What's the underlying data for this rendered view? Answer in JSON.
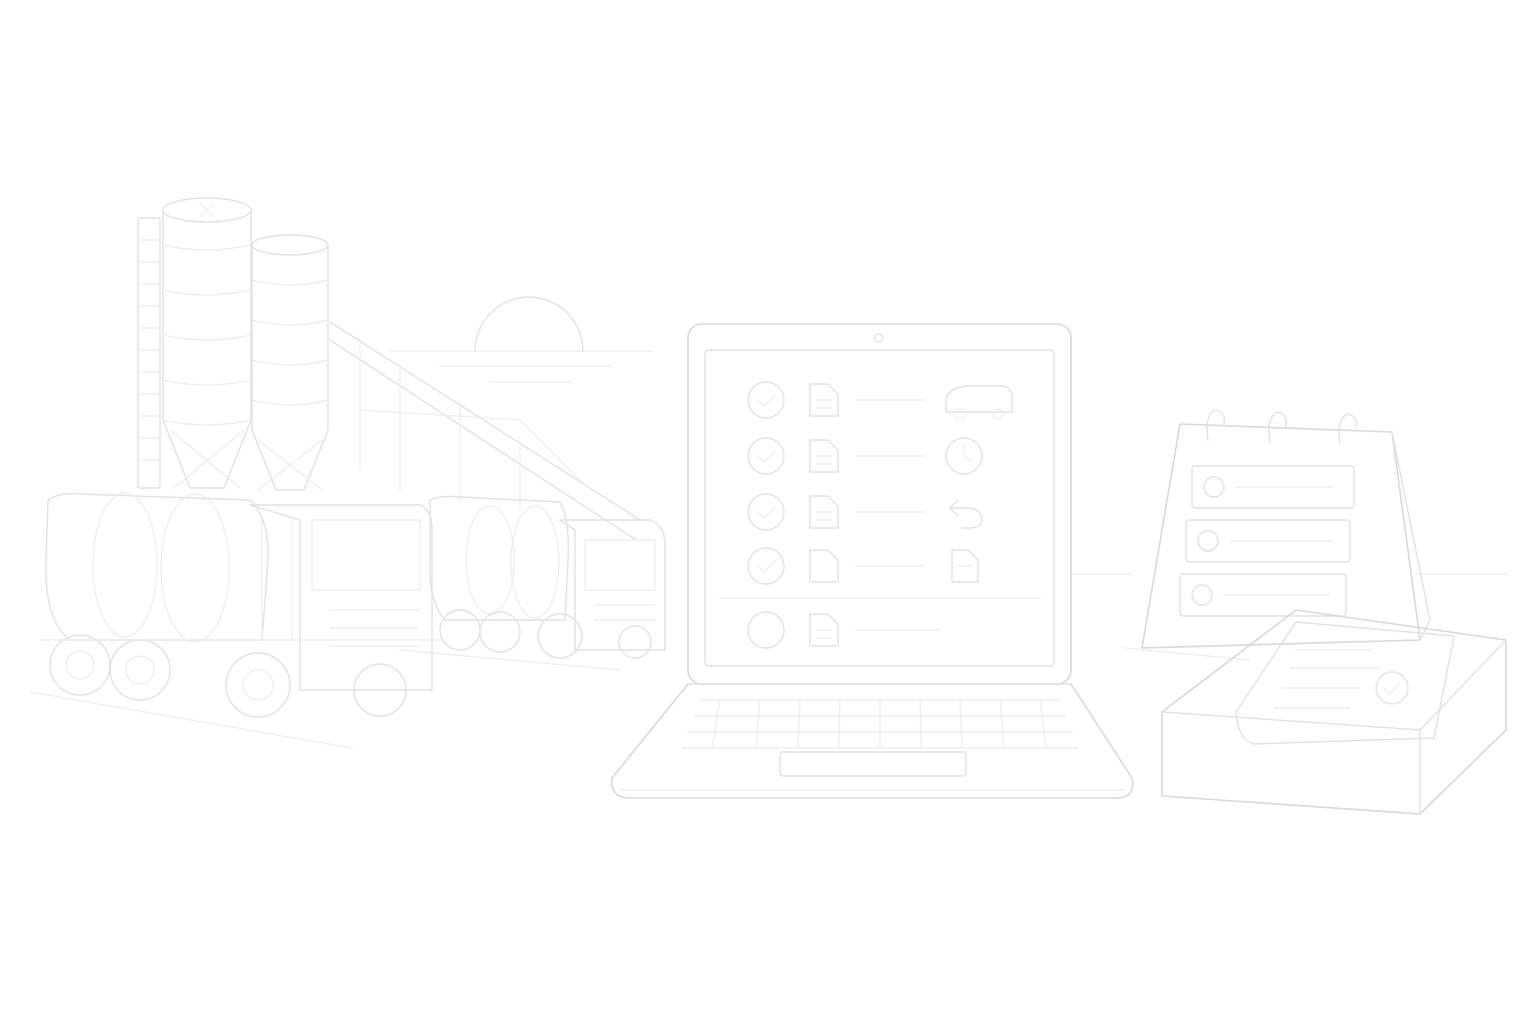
{
  "illustration": {
    "style": "faint-line-art",
    "stroke_color": "#e2e2e2",
    "background_color": "#ffffff",
    "sections": [
      "concrete-plant-with-mixer-trucks",
      "laptop-order-dashboard",
      "desk-calendar-and-receipt-printer"
    ],
    "laptop_screen": {
      "row_icons": [
        "check-icon",
        "check-icon",
        "check-icon",
        "check-icon",
        "circle-icon"
      ],
      "status_icons": [
        "truck-icon",
        "clock-icon",
        "return-arrow-icon",
        "document-icon"
      ]
    },
    "calendar": {
      "list_rows": 3
    }
  }
}
